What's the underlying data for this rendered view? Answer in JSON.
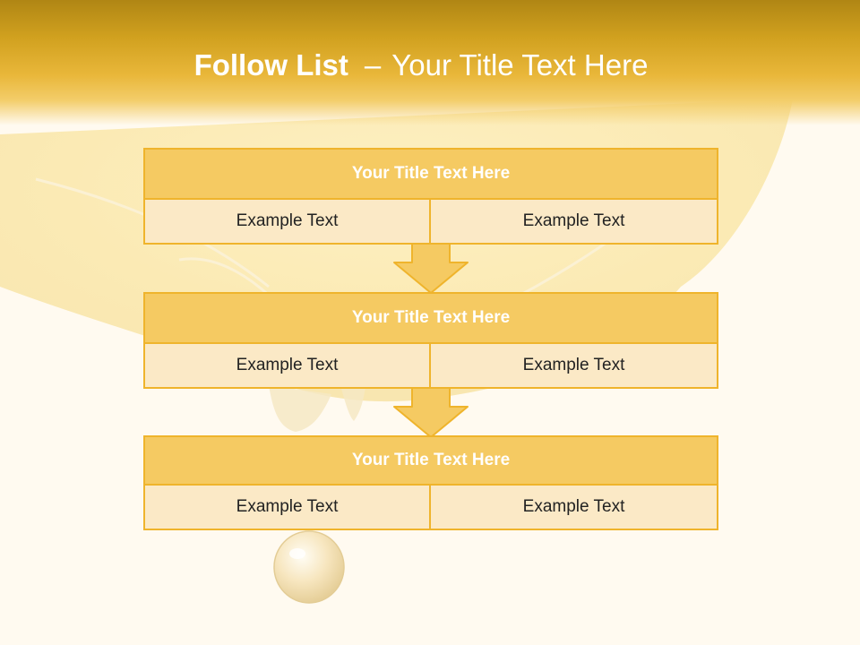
{
  "header": {
    "title_bold": "Follow List",
    "title_separator": "–",
    "title_rest": "Your Title Text Here"
  },
  "steps": [
    {
      "title": "Your Title Text Here",
      "left": "Example Text",
      "right": "Example Text"
    },
    {
      "title": "Your Title Text Here",
      "left": "Example Text",
      "right": "Example Text"
    },
    {
      "title": "Your Title Text Here",
      "left": "Example Text",
      "right": "Example Text"
    }
  ],
  "colors": {
    "header_gold": "#d1a11f",
    "box_title_fill": "#f5ca62",
    "box_cell_fill": "#fbe9c6",
    "box_border": "#efb42c",
    "background": "#fffaf0"
  }
}
